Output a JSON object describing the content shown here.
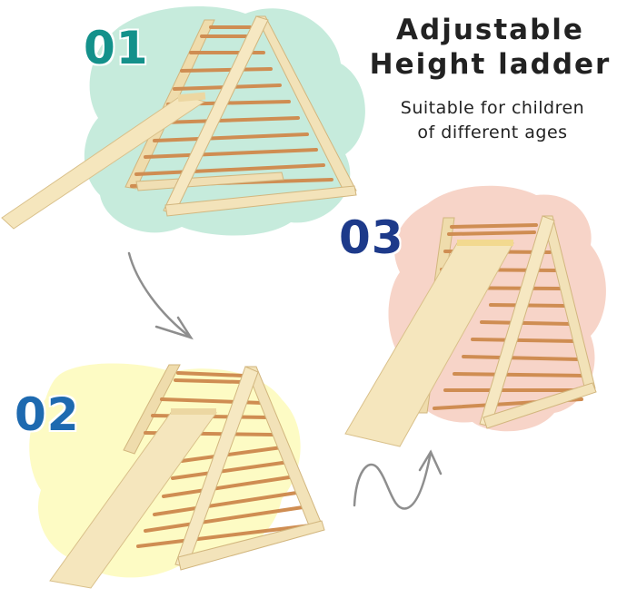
{
  "headline": {
    "line1": "Adjustable",
    "line2": "Height ladder"
  },
  "subheadline": {
    "line1": "Suitable for children",
    "line2": "of different ages"
  },
  "steps": [
    {
      "label": "01",
      "color": "#14918b",
      "blob_color": "#c6ebdc",
      "configuration": "triangle ladder with ramp extended flat"
    },
    {
      "label": "02",
      "color": "#1e6ab0",
      "blob_color": "#fdfbc4",
      "configuration": "triangle ladder with ramp on low side"
    },
    {
      "label": "03",
      "color": "#1d3a8a",
      "blob_color": "#f7d4c8",
      "configuration": "triangle ladder with ramp steep"
    }
  ],
  "arrows": [
    {
      "from": "01",
      "to": "02",
      "style": "curved",
      "color": "#8e8e8e"
    },
    {
      "from": "02",
      "to": "03",
      "style": "wavy",
      "color": "#8e8e8e"
    }
  ],
  "colors": {
    "wood_frame": "#f0dfb4",
    "wood_edge": "#d9c08a",
    "rung": "#d4955a",
    "ramp": "#f6e6bb"
  }
}
